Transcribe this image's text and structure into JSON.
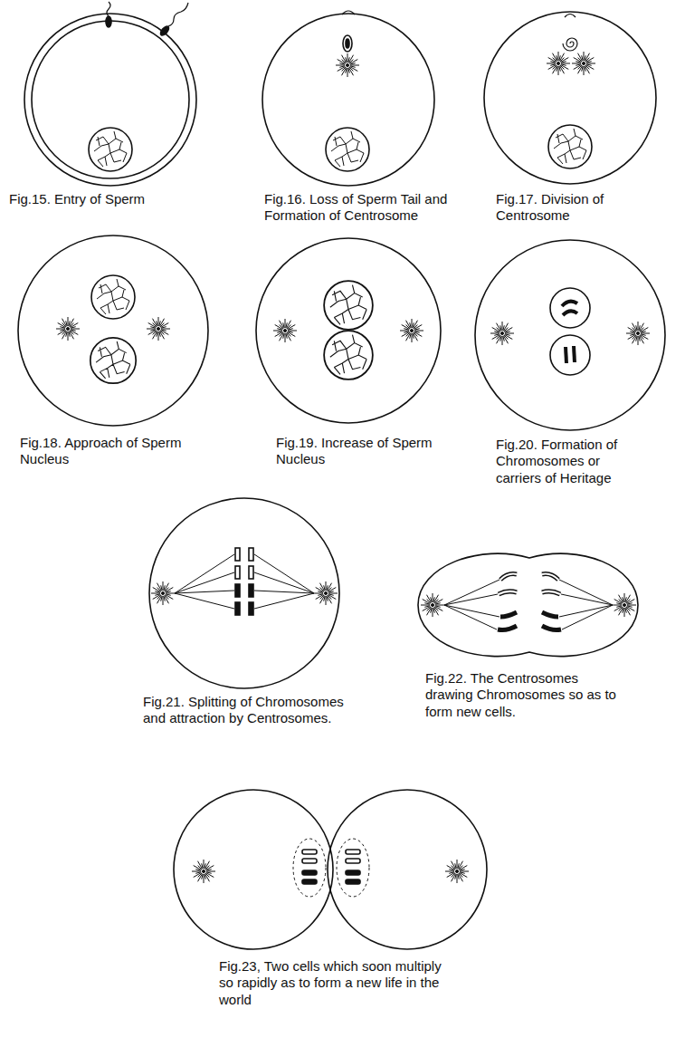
{
  "diagram": {
    "labels": [
      "Fig.15. Entry of Sperm",
      "Fig.16. Loss of Sperm Tail and Formation of Centrosome",
      "Fig.17. Division of Centrosome",
      "Fig.18. Approach of Sperm Nucleus",
      "Fig.19. Increase of Sperm Nucleus",
      "Fig.20. Formation of Chromosomes or carriers of Heritage",
      "Fig.21. Splitting of Chromosomes and attraction by Centrosomes.",
      "Fig.22. The Centrosomes drawing Chromosomes so as to form new cells.",
      "Fig.23, Two cells which soon multiply so rapidly as to form a new life in the world"
    ]
  }
}
